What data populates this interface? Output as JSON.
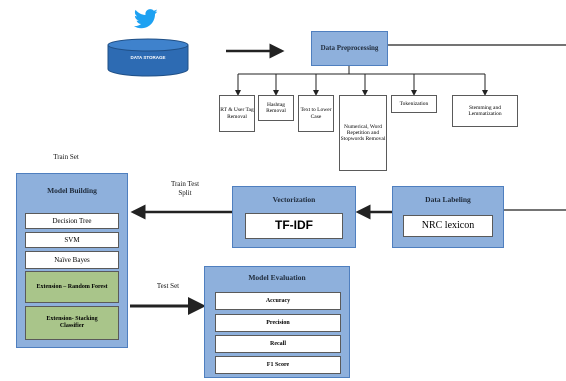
{
  "colors": {
    "box_blue": "#8eb0dc",
    "box_border": "#4f7fbf",
    "storage_blue": "#2d6bb3",
    "twitter_blue": "#1da1f2",
    "extension_green": "#a9c58a"
  },
  "icons": {
    "source": "twitter-bird-icon",
    "storage": "database-cylinder-icon"
  },
  "data_storage": {
    "label": "DATA STORAGE"
  },
  "preprocessing": {
    "title": "Data Preprocessing",
    "steps": [
      "RT & User Tag Removal",
      "Hashtag Removal",
      "Text to Lower Case",
      "Numerical, Word Repetition and Stopwords Removal",
      "Tokenization",
      "Stemming and Lemmatization"
    ]
  },
  "data_labeling": {
    "title": "Data Labeling",
    "method": "NRC lexicon"
  },
  "vectorization": {
    "title": "Vectorization",
    "method": "TF-IDF"
  },
  "split": {
    "train_test": "Train Test Split",
    "train_set": "Train Set",
    "test_set": "Test Set"
  },
  "model_building": {
    "title": "Model Building",
    "models": [
      "Decision Tree",
      "SVM",
      "Naïve Bayes"
    ],
    "extensions": [
      "Extension – Random Forest",
      "Extension- Stacking Classifier"
    ]
  },
  "model_evaluation": {
    "title": "Model Evaluation",
    "metrics": [
      "Accuracy",
      "Precision",
      "Recall",
      "F1 Score"
    ]
  }
}
